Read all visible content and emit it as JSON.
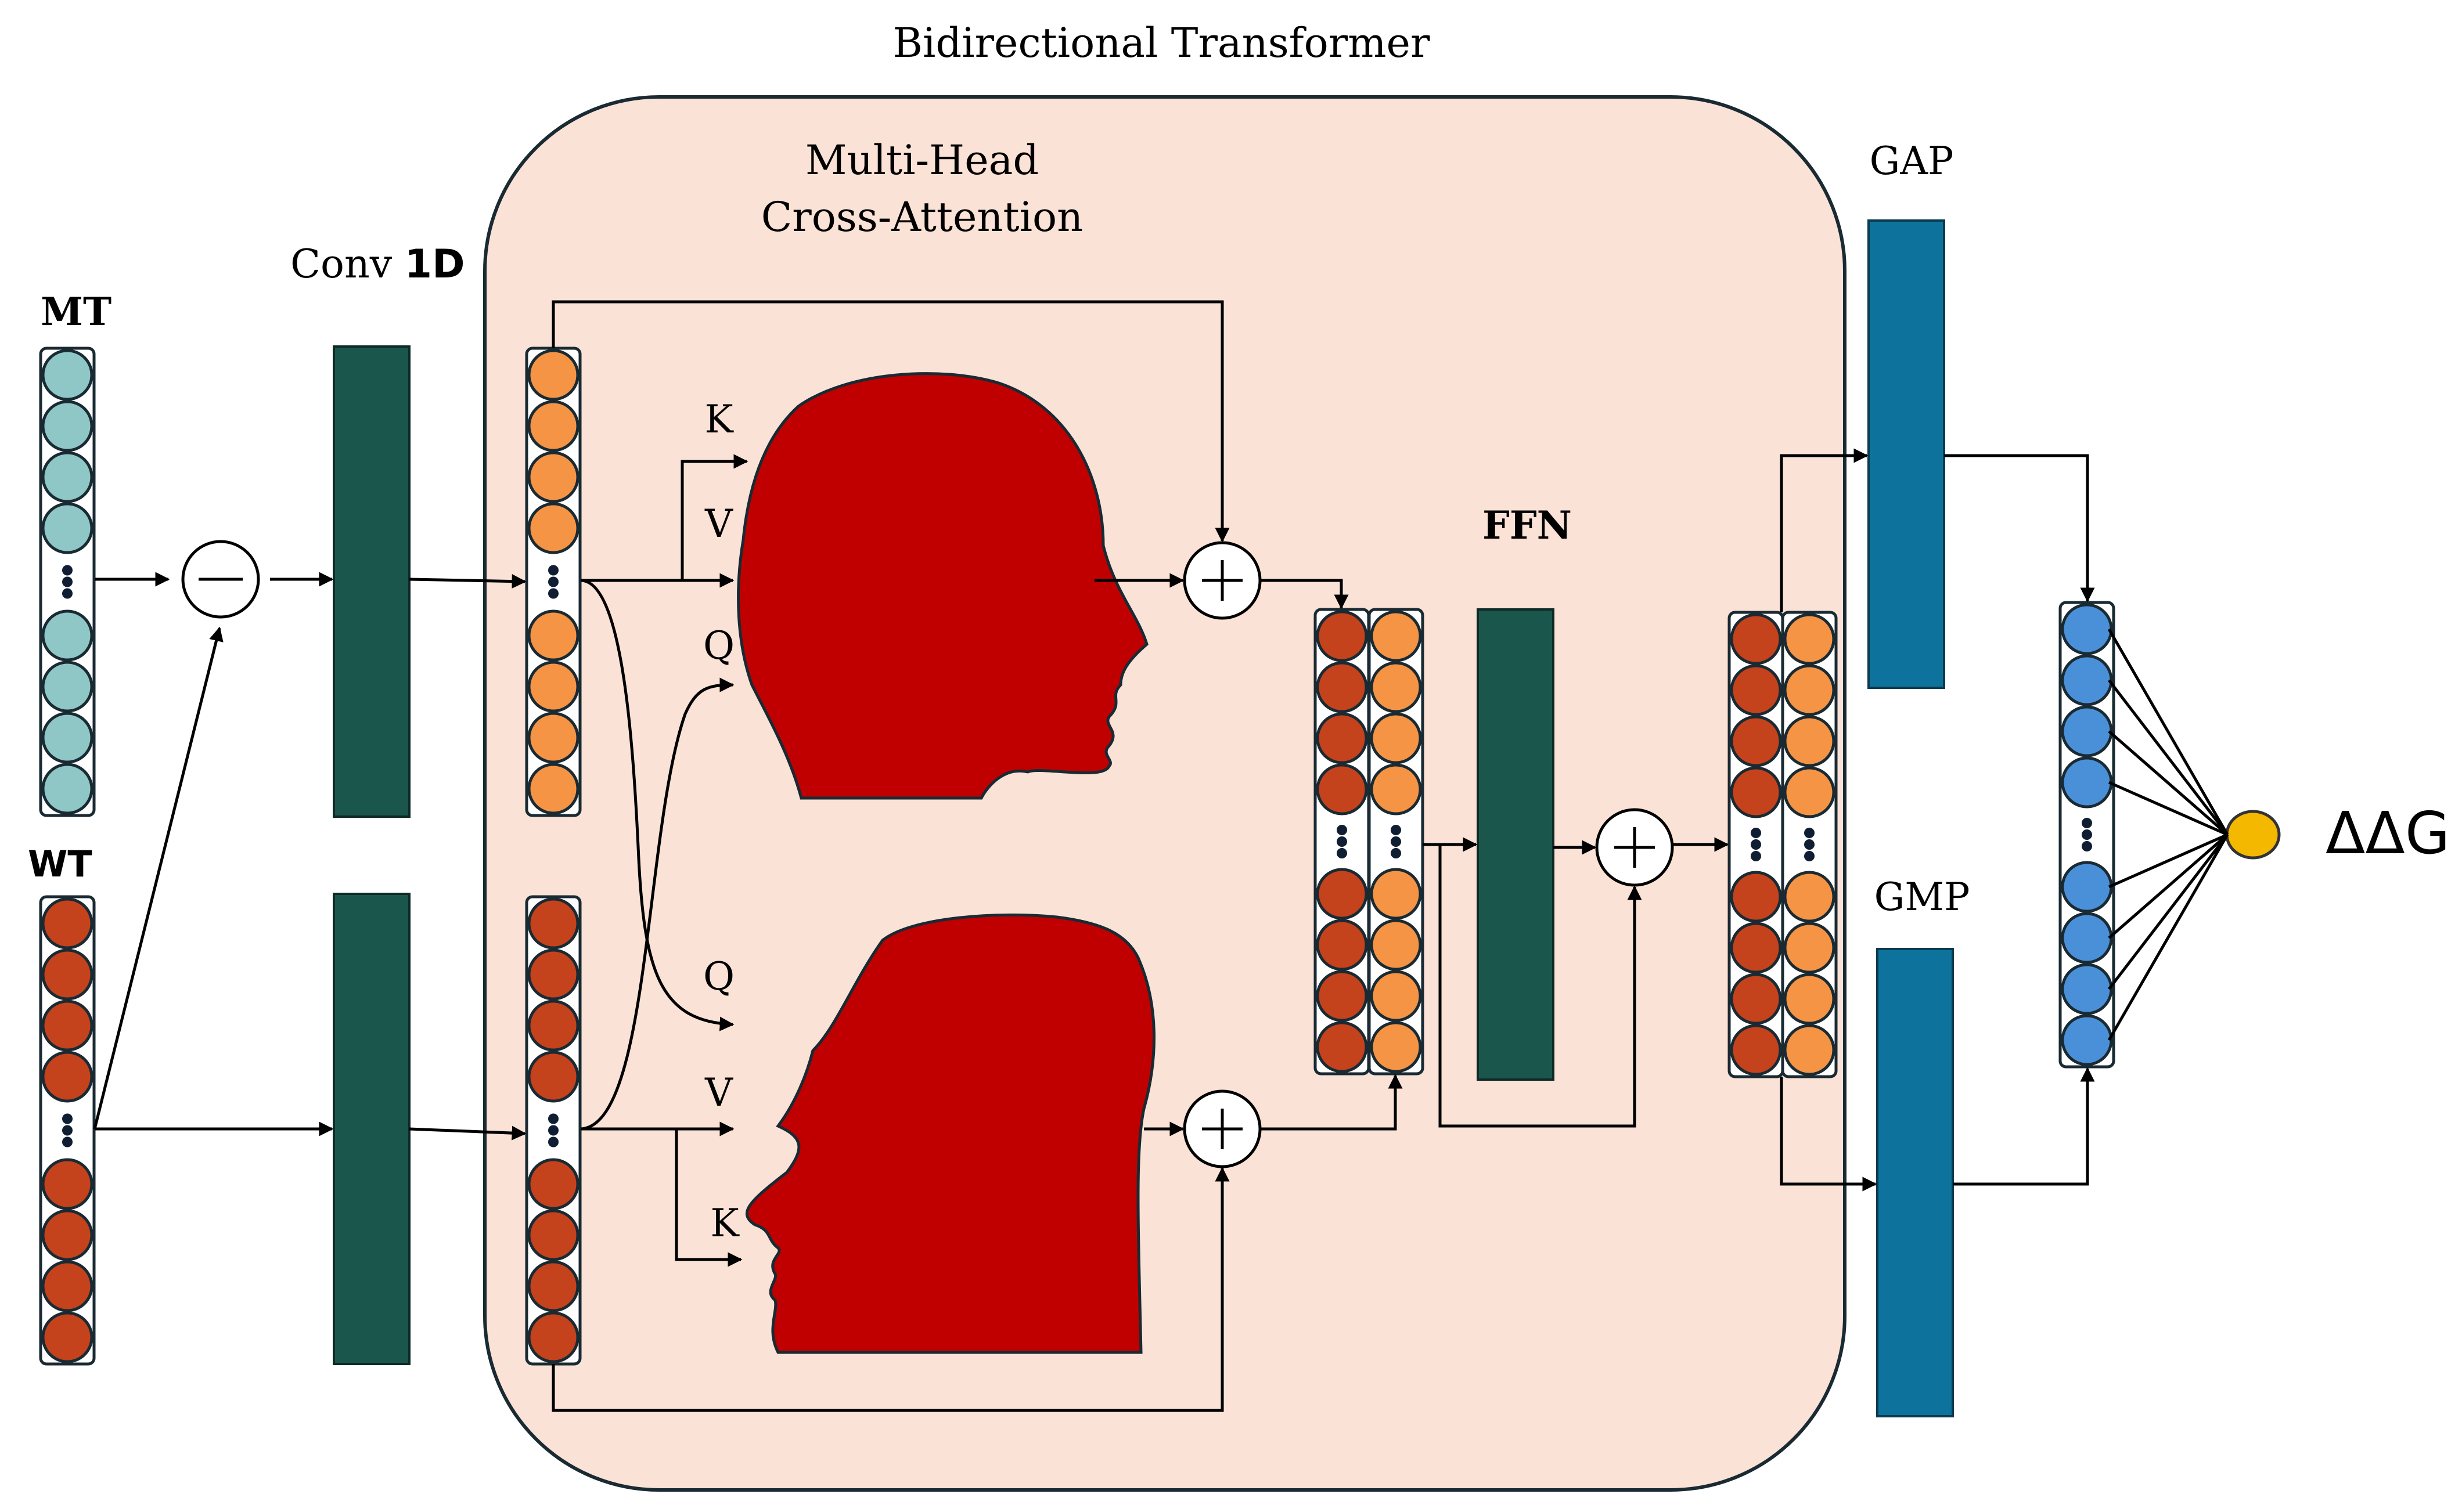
{
  "diagram": {
    "title": "Bidirectional Transformer",
    "attention_title_line1": "Multi-Head",
    "attention_title_line2": "Cross-Attention",
    "conv_label_prefix": "Conv ",
    "conv_label_bold": "1D",
    "mt_label": "MT",
    "wt_label": "WT",
    "ffn_label": "FFN",
    "gap_label": "GAP",
    "gmp_label": "GMP",
    "output_label": "ΔΔG",
    "upper_head": {
      "k": "K",
      "v": "V",
      "q": "Q"
    },
    "lower_head": {
      "q": "Q",
      "v": "V",
      "k": "K"
    }
  },
  "colors": {
    "mt_node": "#8ec7c6",
    "wt_node": "#c4421c",
    "light_orange_node": "#f59444",
    "output_vector_node": "#4a90d9",
    "output_node": "#f5b800",
    "dense_block": "#1b564d",
    "pool_block": "#0e739c",
    "transformer_bg": "#fae2d6",
    "head_silhouette": "#c00000"
  },
  "icons": [
    "minus-operator-icon",
    "plus-operator-icon",
    "head-silhouette-icon"
  ]
}
